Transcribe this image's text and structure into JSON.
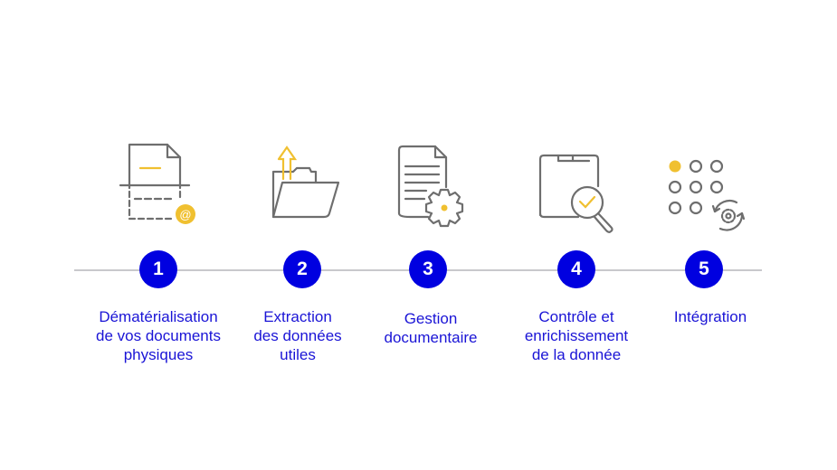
{
  "steps": [
    {
      "number": "1",
      "label": [
        "Dématérialisation",
        "de vos documents",
        "physiques"
      ],
      "icon": "scan-document-icon"
    },
    {
      "number": "2",
      "label": [
        "Extraction",
        "des données",
        "utiles"
      ],
      "icon": "folder-upload-icon"
    },
    {
      "number": "3",
      "label": [
        "Gestion",
        "documentaire"
      ],
      "icon": "document-gear-icon"
    },
    {
      "number": "4",
      "label": [
        "Contrôle et",
        "enrichissement",
        "de la donnée"
      ],
      "icon": "folder-check-magnifier-icon"
    },
    {
      "number": "5",
      "label": [
        "Intégration"
      ],
      "icon": "dots-sync-gear-icon"
    }
  ],
  "colors": {
    "accent": "#0000e0",
    "text": "#1a14d6",
    "icon_gray": "#6e6e6e",
    "icon_yellow": "#f0c030",
    "timeline": "#c8c8cc"
  }
}
